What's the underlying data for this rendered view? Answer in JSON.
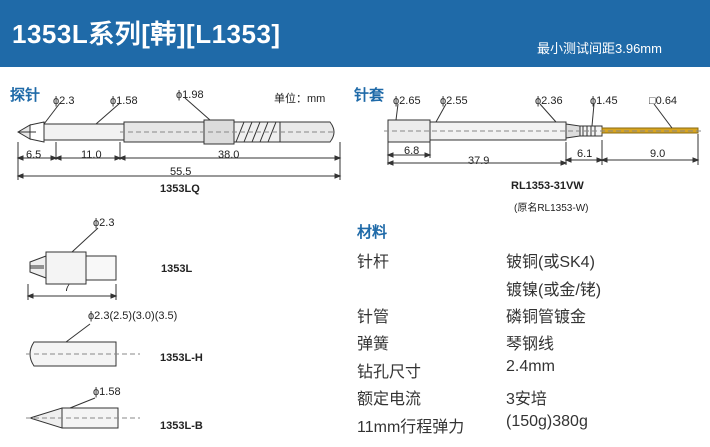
{
  "header": {
    "title": "1353L系列[韩][L1353]",
    "subtitle": "最小测试间距3.96mm",
    "background": "#1f6aa8"
  },
  "probe": {
    "section_title": "探针",
    "unit": "单位：mm",
    "diameters": [
      "ϕ2.3",
      "ϕ1.58",
      "ϕ1.98"
    ],
    "dims": [
      "6.5",
      "11.0",
      "38.0",
      "55.5"
    ],
    "name": "1353LQ"
  },
  "socket": {
    "section_title": "针套",
    "diameters": [
      "ϕ2.65",
      "ϕ2.55",
      "ϕ2.36",
      "ϕ1.45",
      "□0.64"
    ],
    "dims": [
      "6.8",
      "37.9",
      "6.1",
      "9.0"
    ],
    "name": "RL1353-31VW",
    "old_name": "(原名RL1353-W)"
  },
  "tips": [
    {
      "name": "1353L",
      "diameter": "ϕ2.3",
      "length": "7"
    },
    {
      "name": "1353L-H",
      "diameter": "ϕ2.3(2.5)(3.0)(3.5)"
    },
    {
      "name": "1353L-B",
      "diameter": "ϕ1.58"
    }
  ],
  "materials": {
    "title": "材料",
    "rows": [
      {
        "label": "针杆",
        "value": "铍铜(或SK4)"
      },
      {
        "label": "",
        "value": "镀镍(或金/铑)"
      },
      {
        "label": "针管",
        "value": "磷铜管镀金"
      },
      {
        "label": "弹簧",
        "value": "琴钢线"
      },
      {
        "label": "钻孔尺寸",
        "value": "2.4mm"
      },
      {
        "label": "额定电流",
        "value": "3安培"
      },
      {
        "label": "11mm行程弹力",
        "value": "(150g)380g"
      }
    ]
  },
  "colors": {
    "accent": "#1f6aa8",
    "line": "#333333",
    "metal": "#d8d8d8",
    "gold": "#d8a521"
  }
}
